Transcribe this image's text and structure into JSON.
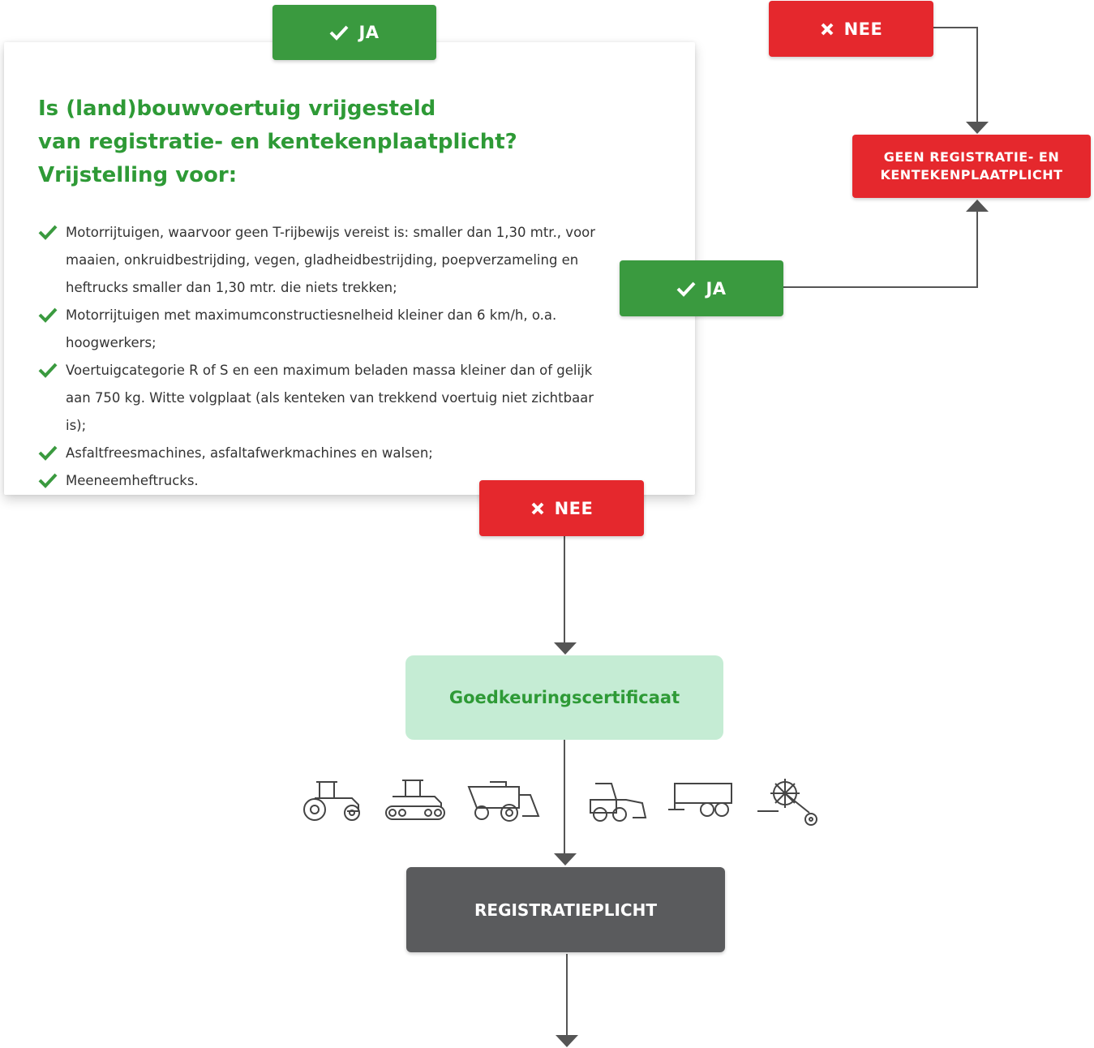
{
  "top_yes_label": "JA",
  "top_no_label": "NEE",
  "right_yes_label": "JA",
  "bottom_no_label": "NEE",
  "no_registration_label": [
    "GEEN REGISTRATIE- EN",
    "KENTEKENPLAATPLICHT"
  ],
  "question": {
    "lines": [
      "Is (land)bouwvoertuig vrijgesteld",
      "van registratie- en kentekenplaatplicht?",
      "Vrijstelling voor:"
    ],
    "items": [
      "Motorrijtuigen, waarvoor geen T-rijbewijs vereist is: smaller dan 1,30 mtr., voor maaien, onkruidbestrijding, vegen, gladheidbestrijding, poepverzameling en heftrucks smaller dan 1,30 mtr. die niets trekken;",
      "Motorrijtuigen met maximumconstructiesnelheid kleiner dan 6 km/h, o.a. hoogwerkers;",
      "Voertuigcategorie R of S en een maximum beladen massa kleiner dan of gelijk aan 750 kg. Witte volgplaat (als kenteken van trekkend voertuig niet zichtbaar is);",
      "Asfaltfreesmachines, asfaltafwerkmachines en walsen;",
      "Meeneemheftrucks."
    ]
  },
  "certificate_label": "Goedkeuringscertificaat",
  "registration_label": "REGISTRATIEPLICHT",
  "vehicle_icons": [
    "tractor-icon",
    "tracked-tractor-icon",
    "combine-harvester-icon",
    "wheel-loader-icon",
    "trailer-icon",
    "hay-rake-icon"
  ],
  "colors": {
    "green": "#3a9a3f",
    "red": "#e5282d",
    "title_green": "#2e9a36",
    "light_green": "#c5ecd4",
    "dark_gray": "#5a5b5d"
  }
}
